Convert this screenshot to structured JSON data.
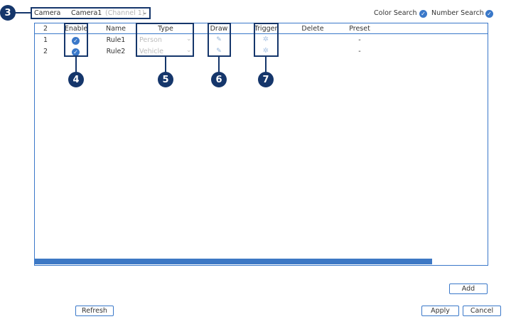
{
  "callouts": {
    "c3": "3",
    "c4": "4",
    "c5": "5",
    "c6": "6",
    "c7": "7"
  },
  "top": {
    "camera_label": "Camera",
    "camera_value": "Camera1",
    "camera_placeholder": "(Channel 1)",
    "color_search_label": "Color Search",
    "number_search_label": "Number Search"
  },
  "table": {
    "headers": {
      "count": "2",
      "enable": "Enable",
      "name": "Name",
      "type": "Type",
      "draw": "Draw",
      "trigger": "Trigger",
      "delete": "Delete",
      "preset": "Preset"
    },
    "rows": [
      {
        "index": "1",
        "name": "Rule1",
        "type": "Person",
        "preset": "-"
      },
      {
        "index": "2",
        "name": "Rule2",
        "type": "Vehicle",
        "preset": "-"
      }
    ]
  },
  "buttons": {
    "add": "Add",
    "refresh": "Refresh",
    "apply": "Apply",
    "cancel": "Cancel"
  },
  "colors": {
    "accent": "#3a78c9",
    "callout": "#15366b",
    "scrollbar": "#3d78c4"
  },
  "icons": {
    "check": "check-circle-icon",
    "draw": "pencil-icon",
    "trigger": "gear-icon",
    "dropdown": "chevron-down-icon"
  }
}
